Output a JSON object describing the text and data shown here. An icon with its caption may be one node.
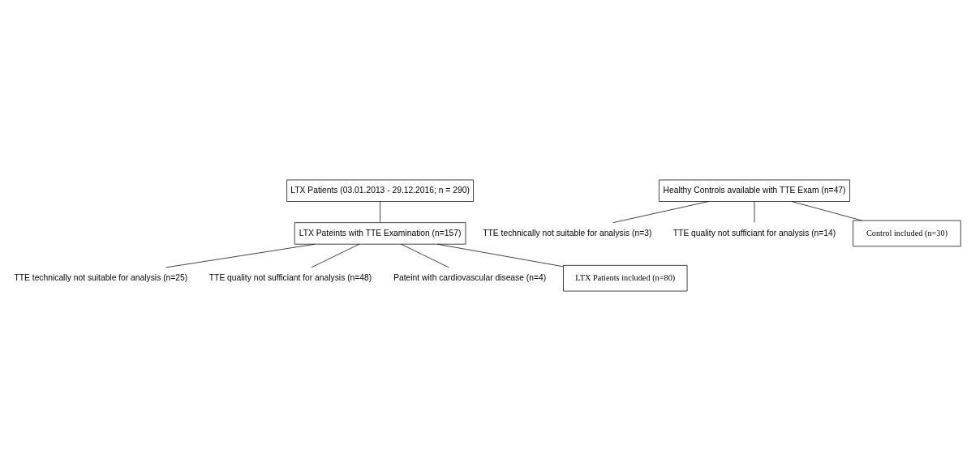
{
  "diagram": {
    "nodes": [
      {
        "text": [
          "LTX Patients (03.01.2013 - 29.12.2016; n = 290)"
        ]
      },
      {
        "text": [
          "LTX Pateints with TTE Examination (n=157)"
        ]
      },
      {
        "text": [
          "TTE technically not suitable for analysis (n=25)"
        ]
      },
      {
        "text": [
          "TTE quality not sufficiant for analysis (n=48)"
        ]
      },
      {
        "text": [
          "Pateint with cardiovascular disease (n=4)"
        ]
      },
      {
        "text": [
          "LTX Patients included (n=80)"
        ]
      },
      {
        "text": [
          "Healthy Controls available with TTE Exam (n=47)"
        ]
      },
      {
        "text": [
          "TTE technically not suitable for analysis (n=3)"
        ]
      },
      {
        "text": [
          "TTE quality not sufficiant for analysis (n=14)"
        ]
      },
      {
        "text": [
          "Control included (n=30)"
        ]
      }
    ],
    "edges": [
      {
        "from": 0,
        "to": 1,
        "arrow": "none"
      },
      {
        "from": 1,
        "to": 2,
        "arrow": "none"
      },
      {
        "from": 1,
        "to": 3,
        "arrow": "none"
      },
      {
        "from": 1,
        "to": 4,
        "arrow": "none"
      },
      {
        "from": 1,
        "to": 5,
        "arrow": "none"
      },
      {
        "from": 6,
        "to": 7,
        "arrow": "none"
      },
      {
        "from": 6,
        "to": 8,
        "arrow": "none"
      },
      {
        "from": 6,
        "to": 9,
        "arrow": "none"
      }
    ]
  }
}
